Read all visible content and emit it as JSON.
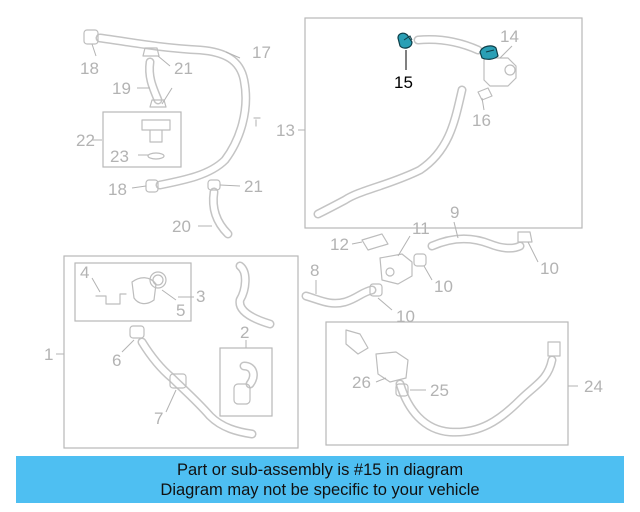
{
  "callouts": {
    "c1": "1",
    "c2": "2",
    "c3": "3",
    "c4": "4",
    "c5": "5",
    "c6": "6",
    "c7": "7",
    "c8": "8",
    "c9": "9",
    "c10a": "10",
    "c10b": "10",
    "c10c": "10",
    "c11": "11",
    "c12": "12",
    "c13": "13",
    "c14": "14",
    "c15": "15",
    "c16": "16",
    "c17": "17",
    "c18a": "18",
    "c18b": "18",
    "c19": "19",
    "c20": "20",
    "c21a": "21",
    "c21b": "21",
    "c22": "22",
    "c23": "23",
    "c24": "24",
    "c25": "25",
    "c26": "26"
  },
  "highlight": {
    "part": "15",
    "color": "#2a9fb5"
  },
  "banner": {
    "line1": "Part or sub-assembly is #15 in diagram",
    "line2": "Diagram may not be specific to your vehicle",
    "color": "#4ebff2"
  },
  "colors": {
    "linework": "#bdbdbd",
    "callout": "#b3b3b3"
  }
}
